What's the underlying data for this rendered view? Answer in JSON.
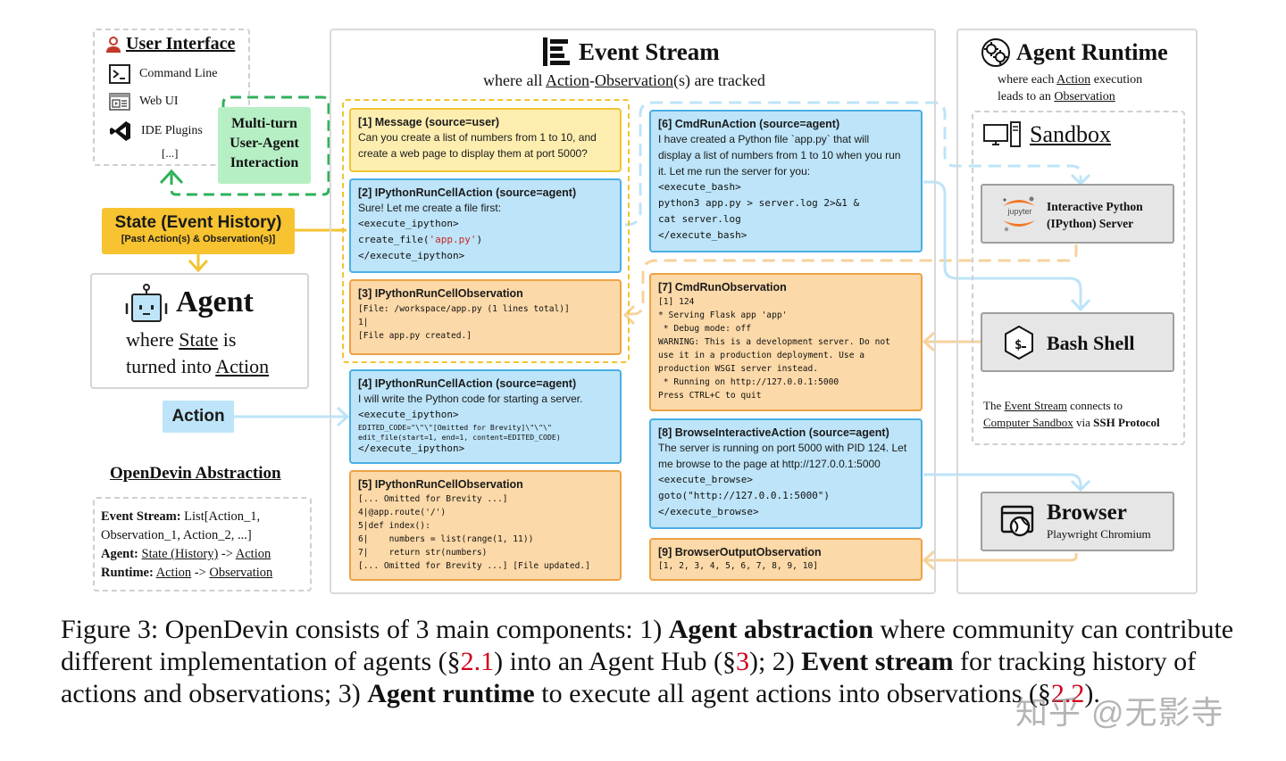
{
  "ui": {
    "title": "User Interface",
    "items": [
      {
        "icon": "terminal-icon",
        "label": "Command Line"
      },
      {
        "icon": "web-ui-icon",
        "label": "Web UI"
      },
      {
        "icon": "vscode-icon",
        "label": "IDE Plugins"
      }
    ],
    "more": "[...]",
    "multiturn": "Multi-turn\nUser-Agent\nInteraction"
  },
  "state": {
    "title": "State (Event History)",
    "subtitle": "[Past Action(s) & Observation(s)]"
  },
  "agent": {
    "title": "Agent",
    "desc_pre": "where ",
    "desc_state": "State",
    "desc_mid": " is",
    "desc_line2_pre": "turned into ",
    "desc_action": "Action"
  },
  "action_label": "Action",
  "abstraction": {
    "title": "OpenDevin Abstraction",
    "lines": [
      {
        "label": "Event Stream:",
        "text": " List[Action_1,"
      },
      {
        "label": "",
        "text": "Observation_1, Action_2, ...]"
      },
      {
        "label": "Agent:",
        "text_u1": "State (History)",
        "arrow": " -> ",
        "text_u2": "Action"
      },
      {
        "label": "Runtime:",
        "text_u1": "Action",
        "arrow": " -> ",
        "text_u2": "Observation"
      }
    ]
  },
  "event_stream": {
    "title": "Event Stream",
    "sub_pre": "where all ",
    "sub_action": "Action",
    "sub_dash": "-",
    "sub_obs": "Observation",
    "sub_post": "(s) are tracked"
  },
  "events": {
    "e1": {
      "h": "[1] Message (source=user)",
      "t": "Can you create a list of numbers from 1 to 10, and\ncreate a web page to display them at port 5000?"
    },
    "e2": {
      "h": "[2] IPythonRunCellAction (source=agent)",
      "t": "Sure! Let me create a file first:",
      "m1": "<execute_ipython>",
      "m2a": "create_file(",
      "m2b": "'app.py'",
      "m2c": ")",
      "m3": "</execute_ipython>"
    },
    "e3": {
      "h": "[3] IPythonRunCellObservation",
      "m": "[File: /workspace/app.py (1 lines total)]\n1|\n[File app.py created.]"
    },
    "e4": {
      "h": "[4] IPythonRunCellAction (source=agent)",
      "t": "I will write the Python code for starting a server.",
      "m1": "<execute_ipython>",
      "mt": "EDITED_CODE=\"\\\"\\\"[Omitted for Brevity]\\\"\\\"\\\"\nedit_file(start=1, end=1, content=EDITED_CODE)",
      "m3": "</execute_ipython>"
    },
    "e5": {
      "h": "[5] IPythonRunCellObservation",
      "m": "[... Omitted for Brevity ...]\n4|@app.route('/')\n5|def index():\n6|    numbers = list(range(1, 11))\n7|    return str(numbers)\n[... Omitted for Brevity ...] [File updated.]"
    },
    "e6": {
      "h": "[6] CmdRunAction (source=agent)",
      "t": "I have created a Python file `app.py` that will\ndisplay a list of numbers from 1 to 10 when you run\nit. Let me run the server for you:",
      "m": "<execute_bash>\npython3 app.py > server.log 2>&1 &\ncat server.log\n</execute_bash>"
    },
    "e7": {
      "h": "[7] CmdRunObservation",
      "m": "[1] 124\n* Serving Flask app 'app'\n * Debug mode: off\nWARNING: This is a development server. Do not\nuse it in a production deployment. Use a\nproduction WSGI server instead.\n * Running on http://127.0.0.1:5000\nPress CTRL+C to quit"
    },
    "e8": {
      "h": "[8] BrowseInteractiveAction (source=agent)",
      "t": "The server is running on port 5000 with PID 124. Let\nme browse to the page at http://127.0.0.1:5000",
      "m": "<execute_browse>\ngoto(\"http://127.0.0.1:5000\")\n</execute_browse>"
    },
    "e9": {
      "h": "[9] BrowserOutputObservation",
      "m": "[1, 2, 3, 4, 5, 6, 7, 8, 9, 10]"
    }
  },
  "runtime": {
    "title": "Agent Runtime",
    "sub1_pre": "where each ",
    "sub1_action": "Action",
    "sub1_post": " execution",
    "sub2_pre": "leads to an ",
    "sub2_obs": "Observation",
    "sandbox": "Sandbox",
    "jupyter_logo": "jupyter",
    "ipython": "Interactive Python\n(IPython) Server",
    "bash": "Bash Shell",
    "note_pre": "The ",
    "note_es": "Event Stream",
    "note_mid": " connects to",
    "note_cs": "Computer Sandbox",
    "note_via": " via ",
    "note_ssh": "SSH Protocol",
    "browser": "Browser",
    "browser_sub": "Playwright Chromium"
  },
  "caption": {
    "p1": "Figure 3: OpenDevin consists of 3 main components: 1) ",
    "b1": "Agent abstraction",
    "p2": " where community can contribute different implementation of agents (§",
    "r1": "2.1",
    "p3": ") into an Agent Hub (§",
    "r2": "3",
    "p4": "); 2) ",
    "b2": "Event stream",
    "p5": " for tracking history of actions and observations; 3) ",
    "b3": "Agent runtime",
    "p6": " to execute all agent actions into observations (§",
    "r3": "2.2",
    "p7": ")."
  },
  "watermark": "知乎 @无影寺",
  "colors": {
    "yellow_fill": "#fdeeb0",
    "yellow_border": "#f2c431",
    "blue_fill": "#bde4f8",
    "blue_border": "#4aaee4",
    "orange_fill": "#fcd9a8",
    "orange_border": "#eda246",
    "green": "#2fb15a",
    "green_fill": "#b6efc4",
    "state_fill": "#f7c330",
    "action_fill": "#bde4f8"
  }
}
